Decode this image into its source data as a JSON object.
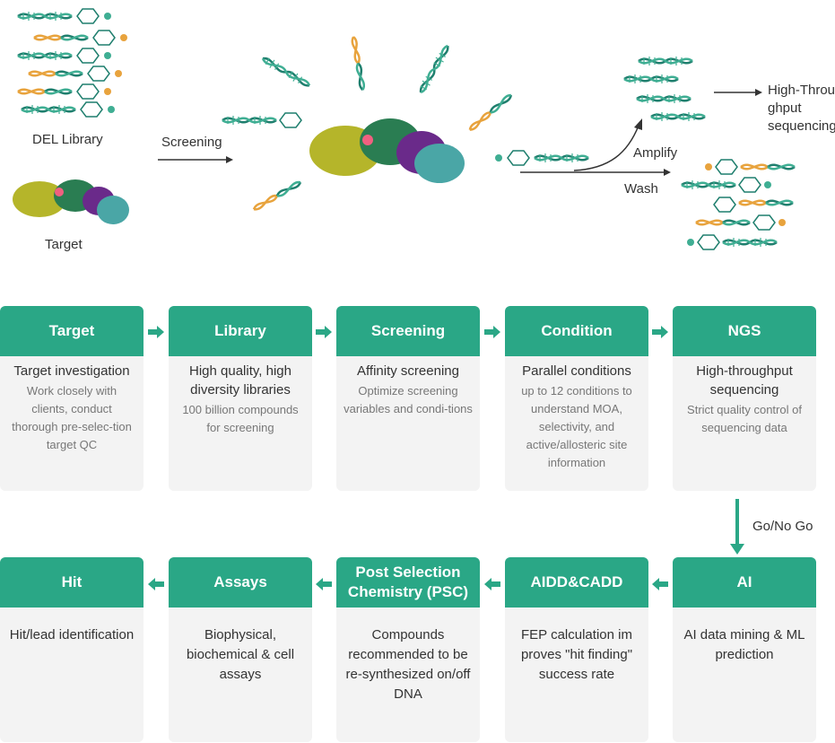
{
  "top": {
    "del_library": "DEL Library",
    "target": "Target",
    "screening": "Screening",
    "amplify": "Amplify",
    "wash": "Wash",
    "hts_line1": "High-Throu",
    "hts_line2": "ghput",
    "hts_line3": "sequencing"
  },
  "colors": {
    "accent": "#2aa786",
    "teal_dark": "#1f7f6e",
    "teal": "#3fae93",
    "orange": "#e8a33d"
  },
  "row1": [
    {
      "head": "Target",
      "title": "Target investigation",
      "desc": "Work closely with clients, conduct thorough pre-selec-tion target QC"
    },
    {
      "head": "Library",
      "title": "High quality, high diversity libraries",
      "desc": "100 billion compounds for screening"
    },
    {
      "head": "Screening",
      "title": "Affinity screening",
      "desc": "Optimize screening variables and condi-tions"
    },
    {
      "head": "Condition",
      "title": "Parallel conditions",
      "desc": "up to 12 conditions to understand MOA, selectivity, and active/allosteric site information"
    },
    {
      "head": "NGS",
      "title": "High-throughput sequencing",
      "desc": "Strict quality control of sequencing data"
    }
  ],
  "go_no_go": "Go/No Go",
  "row2": [
    {
      "head": "Hit",
      "title": "Hit/lead identification"
    },
    {
      "head": "Assays",
      "title": "Biophysical, biochemical & cell assays"
    },
    {
      "head": "Post Selection Chemistry (PSC)",
      "title": "Compounds recommended to be re-synthesized on/off DNA"
    },
    {
      "head": "AIDD&CADD",
      "title": "FEP calculation im proves \"hit finding\" success rate"
    },
    {
      "head": "AI",
      "title": "AI data mining & ML prediction"
    }
  ]
}
